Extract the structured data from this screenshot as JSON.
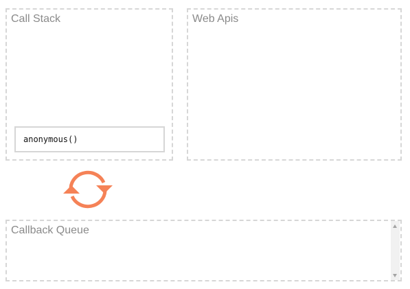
{
  "panels": {
    "call_stack": {
      "title": "Call Stack",
      "frames": [
        "anonymous()"
      ]
    },
    "web_apis": {
      "title": "Web Apis"
    },
    "callback_queue": {
      "title": "Callback Queue"
    }
  },
  "event_loop": {
    "icon": "refresh-cycle-icon",
    "color": "#f58257"
  },
  "colors": {
    "panel_border": "#d6d6d6",
    "title_text": "#8a8a8a",
    "frame_text": "#111111"
  }
}
